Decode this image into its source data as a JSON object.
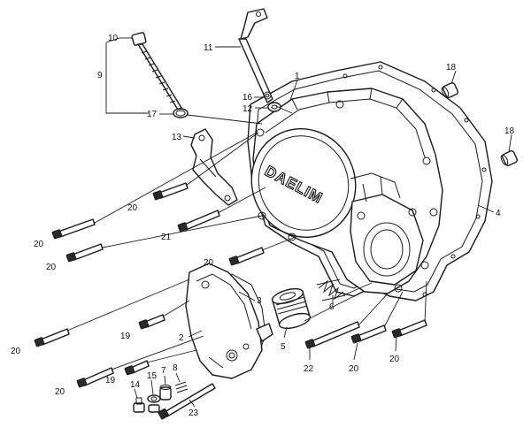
{
  "brand_text": "DAELIM",
  "callouts": {
    "c1": "1",
    "c2": "2",
    "c3": "3",
    "c4": "4",
    "c5": "5",
    "c6": "6",
    "c7": "7",
    "c8": "8",
    "c9": "9",
    "c10": "10",
    "c11": "11",
    "c12": "12",
    "c13": "13",
    "c14": "14",
    "c15": "15",
    "c16": "16",
    "c17": "17",
    "c18a": "18",
    "c18b": "18",
    "c19a": "19",
    "c19b": "19",
    "c20a": "20",
    "c20b": "20",
    "c20c": "20",
    "c20d": "20",
    "c20e": "20",
    "c20f": "20",
    "c20g": "20",
    "c20h": "20",
    "c21": "21",
    "c22": "22",
    "c23": "23"
  }
}
